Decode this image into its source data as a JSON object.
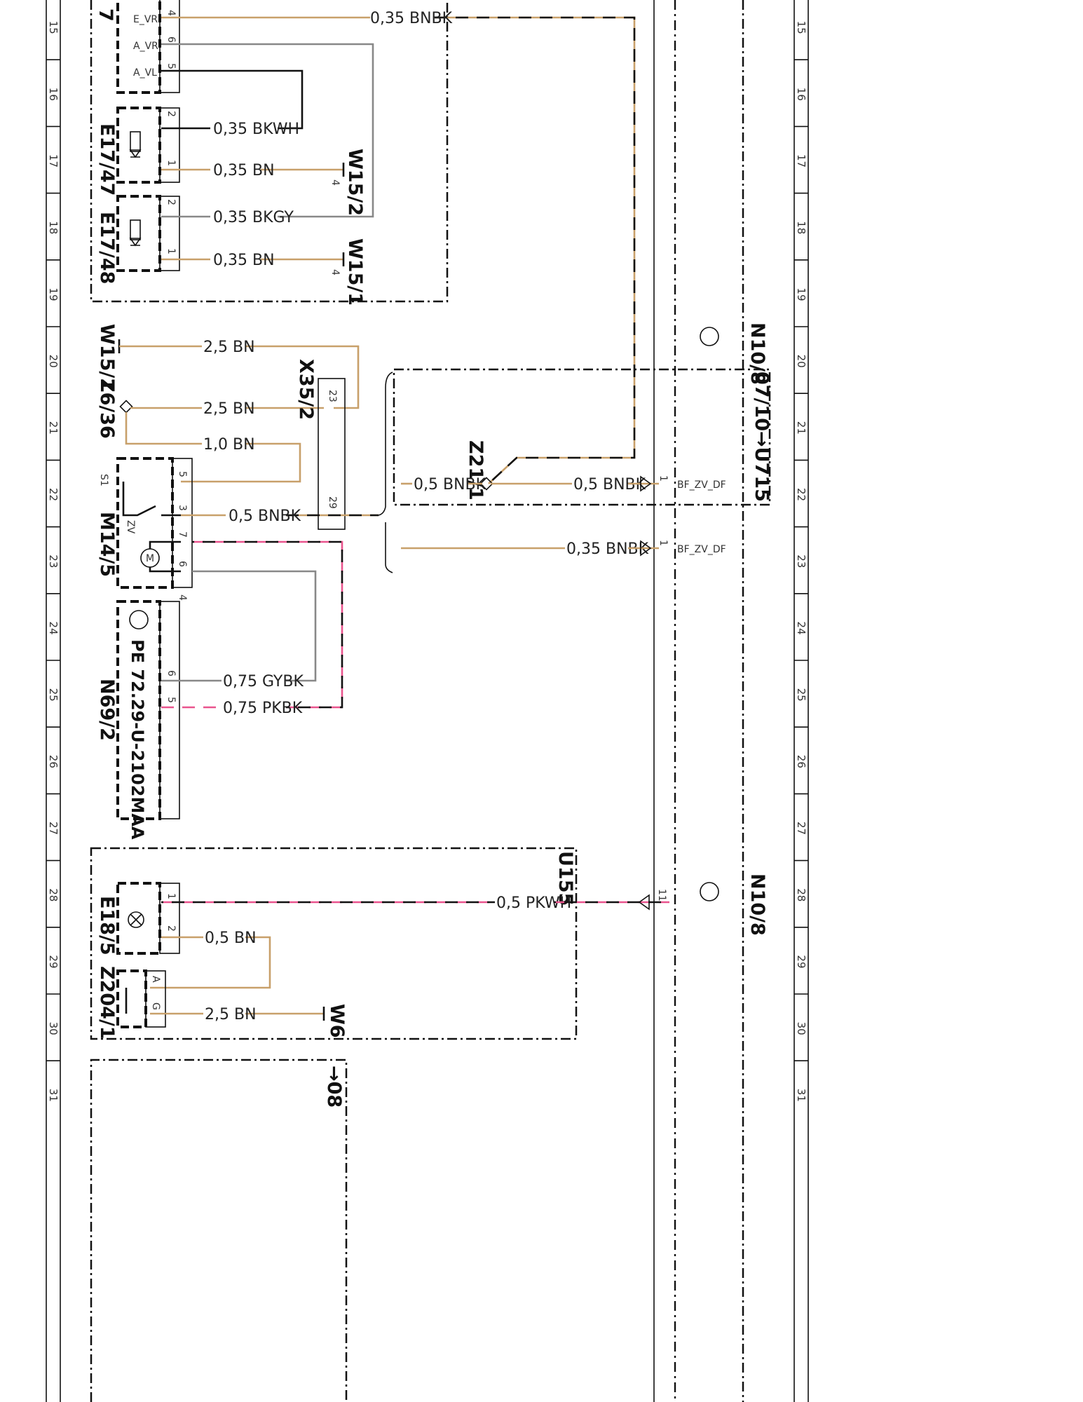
{
  "rows": [
    "15",
    "16",
    "17",
    "18",
    "19",
    "20",
    "21",
    "22",
    "23",
    "24",
    "25",
    "26",
    "27",
    "28",
    "29",
    "30",
    "31"
  ],
  "components": {
    "e1747": "E17/47",
    "e1748": "E17/48",
    "w152": "W15/2",
    "w151a": "W15/1",
    "w151b": "W15/1",
    "z636": "Z6/36",
    "x352": "X35/2",
    "m145": "M14/5",
    "n692": "N69/2",
    "z211": "Z21/1",
    "n108a": "N10/8",
    "n108b": "N10/8",
    "range": "07/10→U715",
    "u155": "U155",
    "e185": "E18/5",
    "z2041": "Z204/1",
    "w6": "W6",
    "ref08": "→08",
    "top_partial": "7",
    "pe_ref": "PE 72.29-U-2102MAA"
  },
  "wires": {
    "w1": "0,35 BNBK",
    "w2": "0,35 BKWH",
    "w3": "0,35 BN",
    "w4": "0,35 BKGY",
    "w5": "0,35 BN",
    "w6": "2,5 BN",
    "w7": "2,5 BN",
    "w8": "1,0 BN",
    "w9": "0,5 BNBK",
    "w10": "0,5 BNBK",
    "w11": "0,5 BNBK",
    "w12": "0,35 BNBK",
    "w13": "0,75 GYBK",
    "w14": "0,75 PKBK",
    "w15": "0,5 PKWH",
    "w16": "0,5 BN",
    "w17": "2,5 BN"
  },
  "signals": {
    "e_vr": "E_VR",
    "a_vr": "A_VR",
    "a_vl": "A_VL",
    "bf1": "BF_ZV_DF",
    "bf2": "BF_ZV_DF",
    "s1": "S1",
    "zv": "ZV",
    "motor": "M"
  },
  "pins": {
    "p4a": "4",
    "p6a": "6",
    "p5a": "5",
    "p2a": "2",
    "p1a": "1",
    "p4w152": "4",
    "p2b": "2",
    "p1b": "1",
    "p4w151": "4",
    "p23": "23",
    "p29": "29",
    "m5": "5",
    "m3": "3",
    "m7": "7",
    "m6": "6",
    "m4": "4",
    "n6": "6",
    "n5": "5",
    "bf1pin": "1",
    "bf2pin": "1",
    "p11": "11",
    "e1": "1",
    "e2": "2",
    "za": "A",
    "zg": "G"
  }
}
